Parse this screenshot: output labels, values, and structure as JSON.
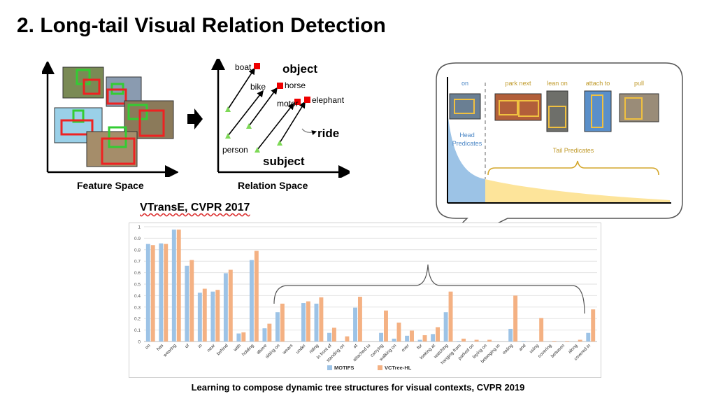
{
  "slide": {
    "title": "2. Long-tail Visual Relation Detection",
    "feature_space_label": "Feature Space",
    "relation_space_label": "Relation Space",
    "vtranse_label": "VTransE, CVPR 2017",
    "bottom_caption": "Learning to compose dynamic tree structures for visual contexts, CVPR 2019"
  },
  "relation_space": {
    "object_label": "object",
    "subject_label": "subject",
    "ride_label": "ride",
    "objects": [
      "boat",
      "bike",
      "horse",
      "motor",
      "elephant"
    ],
    "subject_name": "person"
  },
  "callout": {
    "head_predicate": "on",
    "head_label_line1": "Head",
    "head_label_line2": "Predicates",
    "tail_predicates": [
      "park next",
      "lean on",
      "attach to",
      "pull"
    ],
    "tail_label": "Tail Predicates",
    "colors": {
      "head": "#9cc3e6",
      "tail": "#fde49a",
      "label_blue": "#4a86c5",
      "label_gold": "#c09a2a"
    }
  },
  "chart_data": {
    "type": "bar",
    "categories": [
      "on",
      "has",
      "wearing",
      "of",
      "in",
      "near",
      "behind",
      "with",
      "holding",
      "above",
      "sitting on",
      "wears",
      "under",
      "riding",
      "in front of",
      "standing on",
      "at",
      "attached to",
      "carrying",
      "walking on",
      "over",
      "for",
      "looking at",
      "watching",
      "hanging from",
      "parked on",
      "laying on",
      "belonging to",
      "eating",
      "and",
      "using",
      "covering",
      "between",
      "along",
      "covered in"
    ],
    "series": [
      {
        "name": "MOTIFS",
        "color": "#9dc3e6",
        "values": [
          0.85,
          0.855,
          0.975,
          0.66,
          0.425,
          0.435,
          0.595,
          0.07,
          0.71,
          0.115,
          0.255,
          0,
          0.335,
          0.33,
          0.075,
          0.005,
          0.295,
          0,
          0.075,
          0.025,
          0.05,
          0.015,
          0.065,
          0.255,
          0.005,
          0,
          0,
          0,
          0.11,
          0.005,
          0,
          0,
          0,
          0,
          0.075
        ]
      },
      {
        "name": "VCTree-HL",
        "color": "#f4b183",
        "values": [
          0.84,
          0.85,
          0.975,
          0.71,
          0.46,
          0.45,
          0.625,
          0.08,
          0.79,
          0.155,
          0.33,
          0,
          0.35,
          0.385,
          0.12,
          0.045,
          0.39,
          0,
          0.27,
          0.165,
          0.095,
          0.055,
          0.125,
          0.435,
          0.025,
          0.015,
          0.015,
          0,
          0.4,
          0,
          0.205,
          0.005,
          0.005,
          0.015,
          0.28
        ]
      }
    ],
    "ylim": [
      0,
      1
    ],
    "yticks": [
      "0",
      "0.1",
      "0.2",
      "0.3",
      "0.4",
      "0.5",
      "0.6",
      "0.7",
      "0.8",
      "0.9",
      "1"
    ],
    "grid": true,
    "legend_position": "bottom"
  }
}
